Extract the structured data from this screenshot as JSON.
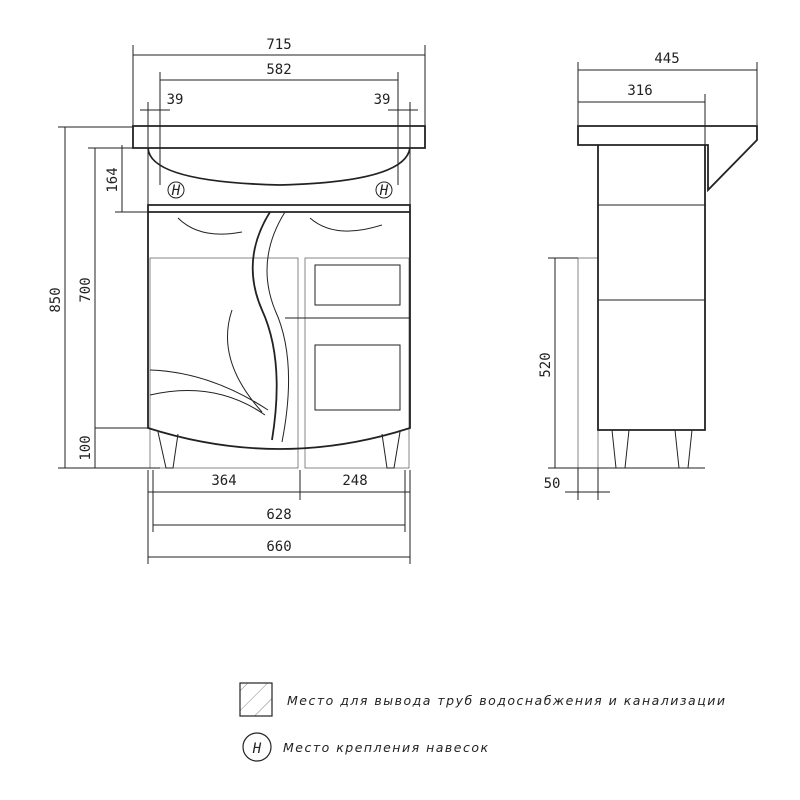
{
  "front_view": {
    "dims": {
      "overall_width_top": "715",
      "basin_width": "582",
      "offset_left": "39",
      "offset_right": "39",
      "top_height": "164",
      "cabinet_height": "700",
      "total_height": "850",
      "leg_height": "100",
      "left_section": "364",
      "right_section": "248",
      "inner_width": "628",
      "cabinet_width": "660"
    },
    "mount_marker": "H"
  },
  "side_view": {
    "dims": {
      "depth_top": "445",
      "depth_cabinet": "316",
      "pipe_zone_height": "520",
      "pipe_zone_depth": "50"
    }
  },
  "legend": {
    "items": [
      {
        "icon": "hatch-box-icon",
        "label": "Место для вывода труб водоснабжения и канализации"
      },
      {
        "icon": "mount-circle-h-icon",
        "symbol": "H",
        "label": "Место крепления навесок"
      }
    ]
  }
}
